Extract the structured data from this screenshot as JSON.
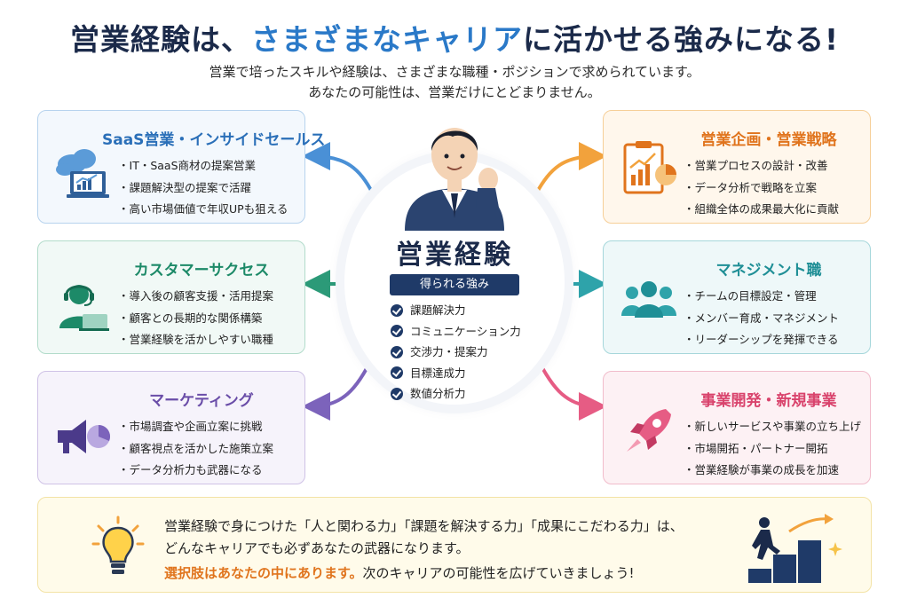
{
  "header": {
    "title_part1": "営業経験は、",
    "title_accent": "さまざまなキャリア",
    "title_part2": "に活かせる強みになる!",
    "subtitle_line1": "営業で培ったスキルや経験は、さまざまな職種・ポジションで求められています。",
    "subtitle_line2": "あなたの可能性は、営業だけにとどまりません。"
  },
  "center": {
    "title": "営業経験",
    "strength_label": "得られる強み",
    "strengths": [
      "課題解決力",
      "コミュニケーション力",
      "交渉力・提案力",
      "目標達成力",
      "数値分析力"
    ]
  },
  "cards": {
    "saas": {
      "title": "SaaS営業・インサイドセールス",
      "items": [
        "IT・SaaS商材の提案営業",
        "課題解決型の提案で活躍",
        "高い市場価値で年収UPも狙える"
      ]
    },
    "cs": {
      "title": "カスタマーサクセス",
      "items": [
        "導入後の顧客支援・活用提案",
        "顧客との長期的な関係構築",
        "営業経験を活かしやすい職種"
      ]
    },
    "marketing": {
      "title": "マーケティング",
      "items": [
        "市場調査や企画立案に挑戦",
        "顧客視点を活かした施策立案",
        "データ分析力も武器になる"
      ]
    },
    "planning": {
      "title": "営業企画・営業戦略",
      "items": [
        "営業プロセスの設計・改善",
        "データ分析で戦略を立案",
        "組織全体の成果最大化に貢献"
      ]
    },
    "management": {
      "title": "マネジメント職",
      "items": [
        "チームの目標設定・管理",
        "メンバー育成・マネジメント",
        "リーダーシップを発揮できる"
      ]
    },
    "business": {
      "title": "事業開発・新規事業",
      "items": [
        "新しいサービスや事業の立ち上げ",
        "市場開拓・パートナー開拓",
        "営業経験が事業の成長を加速"
      ]
    }
  },
  "footer": {
    "line1": "営業経験で身につけた「人と関わる力」「課題を解決する力」「成果にこだわる力」は、",
    "line2": "どんなキャリアでも必ずあなたの武器になります。",
    "line3_highlight": "選択肢はあなたの中にあります。",
    "line3_rest": "次のキャリアの可能性を広げていきましょう!"
  },
  "colors": {
    "navy": "#1b2a4a",
    "accent_blue": "#2a79c8",
    "saas": "#2a6fb8",
    "cs": "#1d8a68",
    "marketing": "#6a4da8",
    "planning": "#e0741d",
    "management": "#1f8f96",
    "business": "#d9436c"
  },
  "icons": {
    "saas": "cloud-laptop-chart-icon",
    "cs": "headset-operator-icon",
    "marketing": "megaphone-pie-icon",
    "planning": "clipboard-chart-icon",
    "management": "team-icon",
    "business": "rocket-icon",
    "footer_left": "lightbulb-icon",
    "footer_right": "stair-climber-icon"
  }
}
